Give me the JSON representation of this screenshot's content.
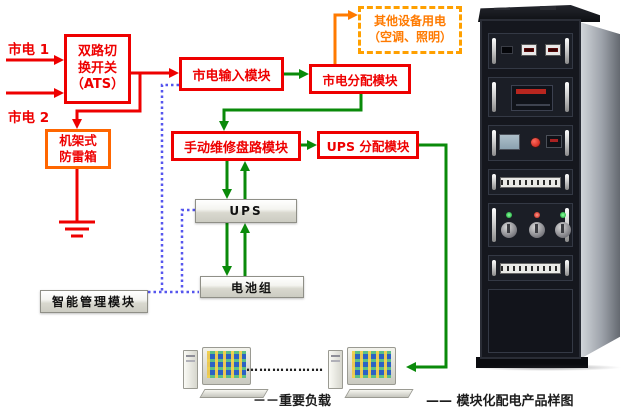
{
  "colors": {
    "red": "#ee0000",
    "orange": "#ff7a00",
    "orange_light": "#ffa000",
    "green": "#0a8a0a",
    "blue_dashed": "#5656ee",
    "silver_border": "#8f8f87",
    "ink": "#1c1c1c"
  },
  "inputs": {
    "mains1": "市电 1",
    "mains2": "市电 2"
  },
  "nodes": {
    "ats": {
      "lines": [
        "双路切",
        "换开关",
        "（ATS）"
      ]
    },
    "spd": {
      "lines": [
        "机架式",
        "防雷箱"
      ]
    },
    "mains_input": {
      "label": "市电输入模块"
    },
    "mains_dist": {
      "label": "市电分配模块"
    },
    "other_loads": {
      "lines": [
        "其他设备用电",
        "（空调、照明）"
      ]
    },
    "manual_bypass": {
      "label": "手动维修盘路模块"
    },
    "ups_dist": {
      "label": "UPS 分配模块"
    },
    "ups": {
      "label": "UPS"
    },
    "battery": {
      "label": "电池组"
    },
    "management": {
      "label": "智能管理模块"
    }
  },
  "footer": {
    "load_dots": "………………",
    "legend_loads": "－－重要负载",
    "legend_product": "—— 模块化配电产品样图"
  }
}
